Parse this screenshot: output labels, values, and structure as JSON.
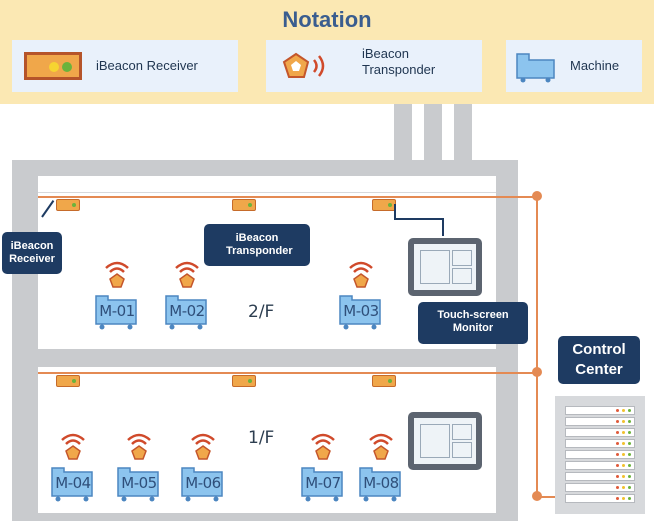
{
  "notation": {
    "title": "Notation",
    "receiver_label": "iBeacon Receiver",
    "transponder_label": "iBeacon Transponder",
    "machine_label": "Machine"
  },
  "callouts": {
    "receiver": "iBeacon Receiver",
    "transponder": "iBeacon Transponder",
    "monitor": "Touch-screen Monitor",
    "control_center": "Control Center"
  },
  "floors": {
    "upper": {
      "label": "2/F",
      "machines": [
        "M-01",
        "M-02",
        "M-03"
      ]
    },
    "lower": {
      "label": "1/F",
      "machines": [
        "M-04",
        "M-05",
        "M-06",
        "M-07",
        "M-08"
      ]
    }
  },
  "icons": {
    "receiver": "ibeacon-receiver-icon",
    "transponder": "ibeacon-transponder-icon",
    "machine": "machine-icon",
    "monitor": "touch-screen-monitor-icon",
    "server": "server-rack-icon"
  },
  "colors": {
    "banner": "#fbe8b3",
    "title_blue": "#3a5d8f",
    "callout_navy": "#1e3b62",
    "wire_orange": "#e48a53",
    "machine_blue": "#8cc4ee",
    "building_gray": "#c9cbce"
  }
}
